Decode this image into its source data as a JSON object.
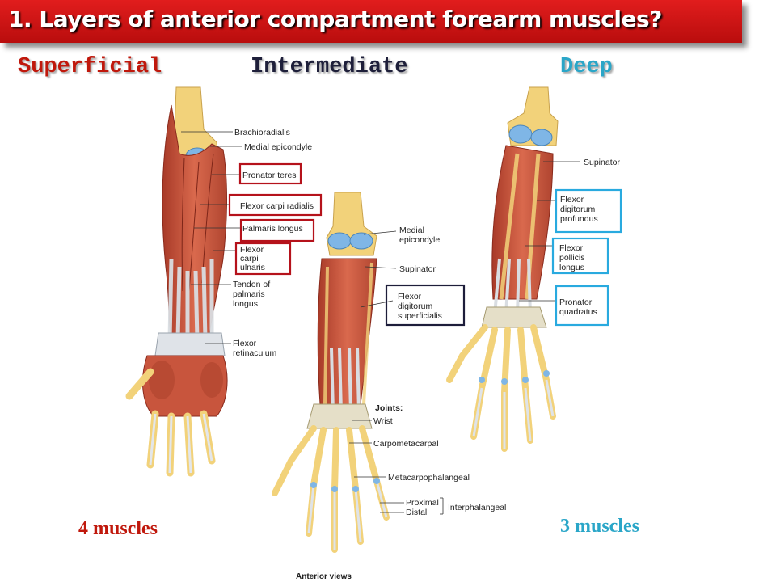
{
  "slide": {
    "title": "1. Layers of anterior compartment forearm muscles?",
    "layers": {
      "superficial": {
        "heading": "Superficial",
        "count": "4 muscles"
      },
      "intermediate": {
        "heading": "Intermediate"
      },
      "deep": {
        "heading": "Deep",
        "count": "3 muscles"
      }
    }
  },
  "figure": {
    "superficial_labels": {
      "brachioradialis": "Brachioradialis",
      "medial_epicondyle": "Medial epicondyle",
      "pronator_teres": "Pronator teres",
      "flexor_carpi_radialis": "Flexor carpi radialis",
      "palmaris_longus": "Palmaris longus",
      "fcu_1": "Flexor",
      "fcu_2": "carpi",
      "fcu_3": "ulnaris",
      "tendon_1": "Tendon of",
      "tendon_2": "palmaris",
      "tendon_3": "longus",
      "retinaculum_1": "Flexor",
      "retinaculum_2": "retinaculum"
    },
    "intermediate_labels": {
      "medial_epicondyle_1": "Medial",
      "medial_epicondyle_2": "epicondyle",
      "supinator": "Supinator",
      "fds_1": "Flexor",
      "fds_2": "digitorum",
      "fds_3": "superficialis",
      "joints_title": "Joints:",
      "wrist": "Wrist",
      "carpometacarpal": "Carpometacarpal",
      "metacarpophalangeal": "Metacarpophalangeal",
      "proximal": "Proximal",
      "distal": "Distal",
      "interphalangeal": "Interphalangeal",
      "caption": "Anterior views"
    },
    "deep_labels": {
      "supinator": "Supinator",
      "fdp_1": "Flexor",
      "fdp_2": "digitorum",
      "fdp_3": "profundus",
      "fpl_1": "Flexor",
      "fpl_2": "pollicis",
      "fpl_3": "longus",
      "pq_1": "Pronator",
      "pq_2": "quadratus"
    }
  },
  "colors": {
    "title_bar": "#c81414",
    "superficial": "#c0180c",
    "intermediate": "#1e1f3a",
    "deep": "#2aa6c8",
    "superficial_box": "#b5121b",
    "intermediate_box": "#1d1d3a",
    "deep_box": "#29aadf",
    "muscle": "#c8553d",
    "bone": "#f2d27a",
    "cartilage": "#7fb6e6",
    "tendon": "#d9dde2"
  }
}
